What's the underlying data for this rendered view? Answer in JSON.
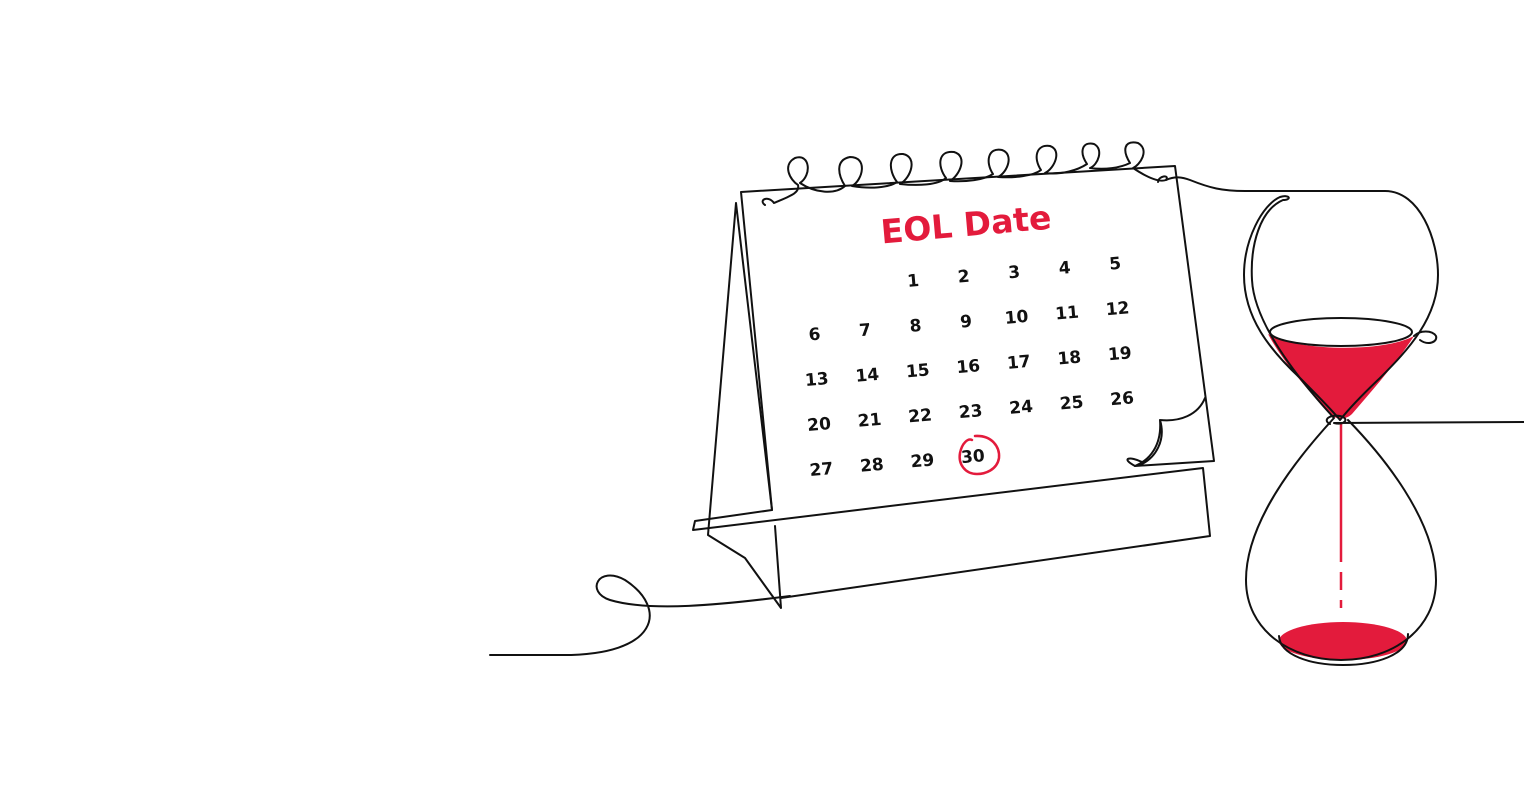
{
  "calendar": {
    "title": "EOL Date",
    "days": [
      "1",
      "2",
      "3",
      "4",
      "5",
      "6",
      "7",
      "8",
      "9",
      "10",
      "11",
      "12",
      "13",
      "14",
      "15",
      "16",
      "17",
      "18",
      "19",
      "20",
      "21",
      "22",
      "23",
      "24",
      "25",
      "26",
      "27",
      "28",
      "29",
      "30"
    ],
    "highlighted_day": "30"
  },
  "colors": {
    "accent": "#e31b3c",
    "ink": "#111111",
    "background": "#ffffff"
  },
  "icons": {
    "calendar": "desk-calendar-icon",
    "hourglass": "hourglass-icon"
  }
}
